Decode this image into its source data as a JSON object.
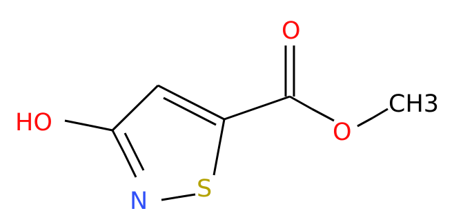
{
  "colors": {
    "background": "#ffffff",
    "carbon_bond": "#000000",
    "oxygen": "#ff0d0d",
    "nitrogen": "#3050f8",
    "sulfur": "#b3a200",
    "methyl": "#000000"
  },
  "atoms": {
    "hydroxyl": {
      "label": "HO"
    },
    "carbonyl_oxygen": {
      "label": "O"
    },
    "ester_oxygen": {
      "label": "O"
    },
    "ring_nitrogen": {
      "label": "N"
    },
    "ring_sulfur": {
      "label": "S"
    },
    "methyl": {
      "label": "CH",
      "subscript": "3"
    }
  }
}
